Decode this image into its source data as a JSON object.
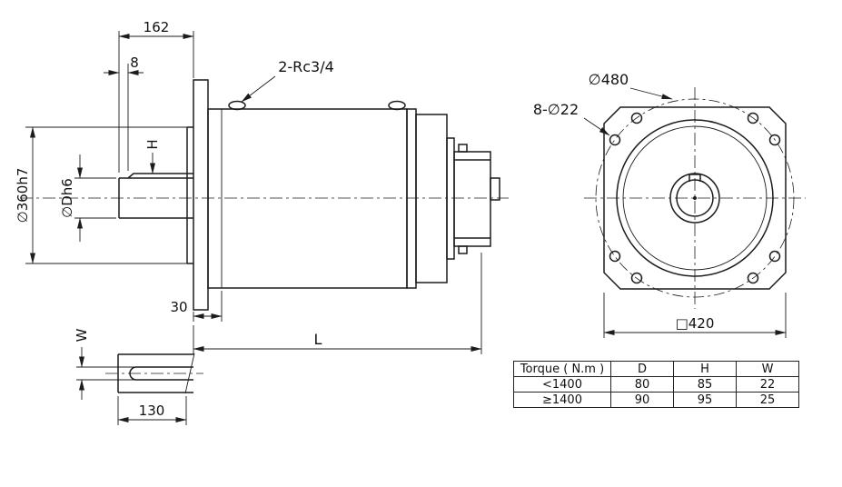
{
  "colors": {
    "line": "#1c1c1c",
    "background": "#ffffff"
  },
  "side_view": {
    "dim_162": "162",
    "dim_8": "8",
    "fitting_label": "2-Rc3/4",
    "dim_spigot": "∅360h7",
    "dim_shaft": "∅Dh6",
    "key_height": "H",
    "dim_30": "30",
    "length_label": "L",
    "key_width": "W",
    "dim_130": "130"
  },
  "front_view": {
    "bolt_circle": "∅480",
    "holes": "8-∅22",
    "square": "□420"
  },
  "table": {
    "headers": [
      "Torque ( N.m )",
      "D",
      "H",
      "W"
    ],
    "rows": [
      [
        "<1400",
        "80",
        "85",
        "22"
      ],
      [
        "≥1400",
        "90",
        "95",
        "25"
      ]
    ]
  }
}
